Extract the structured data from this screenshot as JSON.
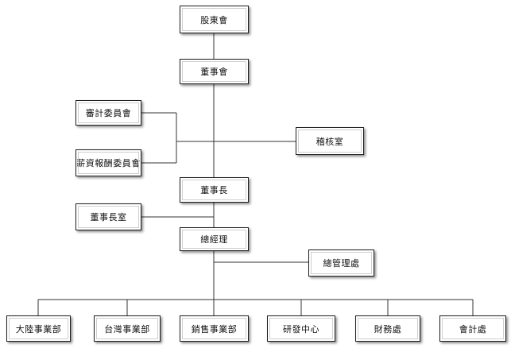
{
  "org_chart": {
    "shareholders_meeting": "股東會",
    "board_of_directors": "董事會",
    "audit_committee": "審計委員會",
    "compensation_committee": "薪資報酬委員會",
    "internal_audit_office": "稽核室",
    "chairman": "董事長",
    "chairman_office": "董事長室",
    "general_manager": "總經理",
    "general_management_office": "總管理處",
    "departments": [
      "大陸事業部",
      "台灣事業部",
      "銷售事業部",
      "研發中心",
      "財務處",
      "會計處"
    ]
  }
}
